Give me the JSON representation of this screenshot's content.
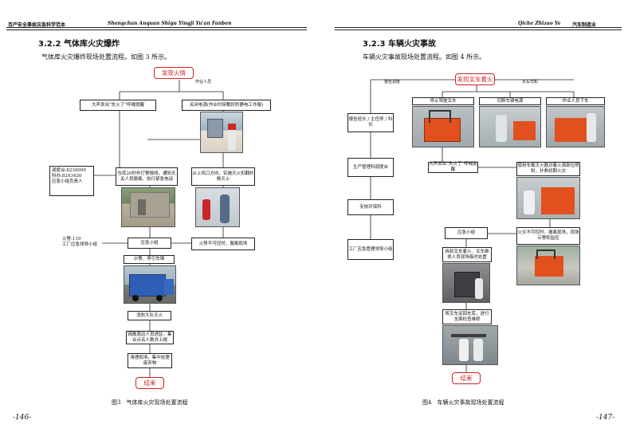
{
  "left_page": {
    "header_cn": "百产安全事故应急科学范本",
    "header_en": "Shengchan Anquan Shigu Yingji Yu'an Fanben",
    "section_title": "3.2.2 气体库火灾爆炸",
    "intro": "气体库火灾爆炸现场处置流程。如图 3 所示。",
    "start": "发现火情",
    "label_operator": "作业人员",
    "shout": "大声发出“失火了”呼喊提醒",
    "power_off": "关闭电源(作业时穿戴好防静电工作服)",
    "dispatch_note": "调度台:8239099\n科办:8243426\n应急小组负责人",
    "alarm": "仓库20秒外打警报线，通知无关人员撤离，执行紧急电话",
    "extinguish": "从上风口方向，实施灭火扣翻扑救灭火",
    "fire_note": "火警:119\n工厂应急领导小组",
    "emergency_group": "应急小组",
    "fire_out": "火势不可控时，撤离现场",
    "guide_truck": "示警、导引车辆",
    "fire_brigade": "消防大队灭火",
    "evacuate": "疏散周边人员进驻，集合点名人数并上报",
    "clean": "清理现场，集中处理废弃物",
    "end": "结束",
    "caption": "图3　气体库火灾现场处置流程",
    "page_number": "-146-"
  },
  "right_page": {
    "header_pinyin": "Qiche Zhizao Ye",
    "header_cn": "汽车制造业",
    "section_title": "3.2.3 车辆火灾事故",
    "intro": "车辆火灾事故现场处置流程。如图 4 所示。",
    "start": "发现叉车着火",
    "label_dispatch": "报告调度",
    "label_driver": "叉车司机",
    "step_stop": "停止驾驶叉车",
    "step_power": "切断车辆电源",
    "step_leave": "作业人员下车",
    "report": "报告班长 / 主任师 / 科长",
    "shout": "大声发出“失火了”呼喊提醒",
    "extinguisher": "使用车载灭火器对着火源部位喷射，扑救初期火灾",
    "prod_dispatch": "生产管理科调度台",
    "safety": "安技环保科",
    "emergency_group": "应急小组",
    "fire_out": "火灾不可控时，撤离现场，现场示警和监控",
    "leader": "工厂应急管理领导小组",
    "tow": "拆卸叉车着火、叉车维修人员现场临时处置",
    "repair": "将叉车运回车库，进行全面检查维修",
    "end": "结束",
    "caption": "图4　车辆火灾事故现场处置流程",
    "page_number": "-147-"
  },
  "colors": {
    "accent_red": "#cc2222"
  }
}
